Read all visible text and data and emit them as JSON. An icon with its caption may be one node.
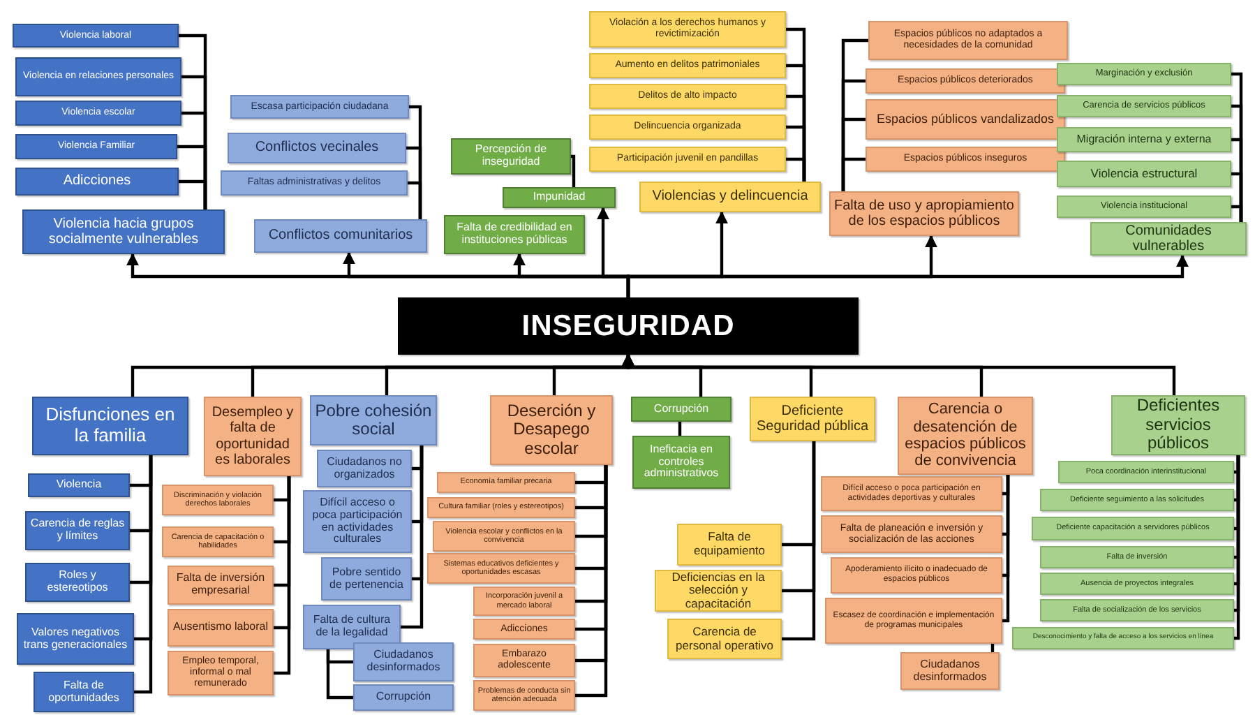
{
  "diagram": {
    "nodes": [
      {
        "text": [
          "INSEGURIDAD"
        ]
      },
      {
        "text": [
          "Violencia hacia grupos socialmente vulnerables"
        ]
      },
      {
        "text": [
          "Violencia laboral"
        ]
      },
      {
        "text": [
          "Violencia en relaciones personales"
        ]
      },
      {
        "text": [
          "Violencia escolar"
        ]
      },
      {
        "text": [
          "Violencia Familiar"
        ]
      },
      {
        "text": [
          "Adicciones"
        ]
      },
      {
        "text": [
          "Conflictos comunitarios"
        ]
      },
      {
        "text": [
          "Escasa participación ciudadana"
        ]
      },
      {
        "text": [
          "Conflictos vecinales"
        ]
      },
      {
        "text": [
          "Faltas administrativas y delitos"
        ]
      },
      {
        "text": [
          "Percepción de inseguridad"
        ]
      },
      {
        "text": [
          "Impunidad"
        ]
      },
      {
        "text": [
          "Falta de credibilidad en instituciones públicas"
        ]
      },
      {
        "text": [
          "Violencias y delincuencia"
        ]
      },
      {
        "text": [
          "Violación a los derechos humanos y revictimización"
        ]
      },
      {
        "text": [
          "Aumento en delitos patrimoniales"
        ]
      },
      {
        "text": [
          "Delitos de alto impacto"
        ]
      },
      {
        "text": [
          "Delincuencia organizada"
        ]
      },
      {
        "text": [
          "Participación juvenil en pandillas"
        ]
      },
      {
        "text": [
          "Falta de uso y apropiamiento de los espacios públicos"
        ]
      },
      {
        "text": [
          "Espacios públicos no adaptados a necesidades de la comunidad"
        ]
      },
      {
        "text": [
          "Espacios públicos deteriorados"
        ]
      },
      {
        "text": [
          "Espacios públicos vandalizados"
        ]
      },
      {
        "text": [
          "Espacios públicos inseguros"
        ]
      },
      {
        "text": [
          "Comunidades vulnerables"
        ]
      },
      {
        "text": [
          "Marginación y exclusión"
        ]
      },
      {
        "text": [
          "Carencia de servicios públicos"
        ]
      },
      {
        "text": [
          "Migración interna y externa"
        ]
      },
      {
        "text": [
          "Violencia estructural"
        ]
      },
      {
        "text": [
          "Violencia institucional"
        ]
      },
      {
        "text": [
          "Disfunciones en la familia"
        ]
      },
      {
        "text": [
          "Violencia"
        ]
      },
      {
        "text": [
          "Carencia de reglas y límites"
        ]
      },
      {
        "text": [
          "Roles y estereotipos"
        ]
      },
      {
        "text": [
          "Valores negativos trans generacionales"
        ]
      },
      {
        "text": [
          "Falta de oportunidades"
        ]
      },
      {
        "text": [
          "Desempleo y falta de oportunidad es laborales"
        ]
      },
      {
        "text": [
          "Discriminación y violación derechos laborales"
        ]
      },
      {
        "text": [
          "Carencia de capacitación o habilidades"
        ]
      },
      {
        "text": [
          "Falta de inversión empresarial"
        ]
      },
      {
        "text": [
          "Ausentismo laboral"
        ]
      },
      {
        "text": [
          "Empleo temporal, informal o mal remunerado"
        ]
      },
      {
        "text": [
          "Pobre cohesión social"
        ]
      },
      {
        "text": [
          "Ciudadanos no organizados"
        ]
      },
      {
        "text": [
          "Difícil acceso o poca participación en actividades culturales"
        ]
      },
      {
        "text": [
          "Pobre sentido de pertenencia"
        ]
      },
      {
        "text": [
          "Falta de cultura de la legalidad"
        ]
      },
      {
        "text": [
          "Ciudadanos desinformados"
        ]
      },
      {
        "text": [
          "Corrupción"
        ]
      },
      {
        "text": [
          "Deserción y Desapego escolar"
        ]
      },
      {
        "text": [
          "Economía familiar precaria"
        ]
      },
      {
        "text": [
          "Cultura familiar (roles y estereotipos)"
        ]
      },
      {
        "text": [
          "Violencia escolar y conflictos en la convivencia"
        ]
      },
      {
        "text": [
          "Sistemas educativos deficientes y oportunidades escasas"
        ]
      },
      {
        "text": [
          "Incorporación juvenil a mercado laboral"
        ]
      },
      {
        "text": [
          "Adicciones"
        ]
      },
      {
        "text": [
          "Embarazo adolescente"
        ]
      },
      {
        "text": [
          "Problemas de conducta sin atención adecuada"
        ]
      },
      {
        "text": [
          "Corrupción"
        ]
      },
      {
        "text": [
          "Ineficacia en controles administrativos"
        ]
      },
      {
        "text": [
          "Deficiente Seguridad pública"
        ]
      },
      {
        "text": [
          "Falta de equipamiento"
        ]
      },
      {
        "text": [
          "Deficiencias en la selección y capacitación"
        ]
      },
      {
        "text": [
          "Carencia de personal operativo"
        ]
      },
      {
        "text": [
          "Carencia o desatención de espacios públicos de convivencia"
        ]
      },
      {
        "text": [
          "Difícil acceso o poca participación en actividades deportivas y culturales"
        ]
      },
      {
        "text": [
          "Falta de planeación e inversión y socialización de las acciones"
        ]
      },
      {
        "text": [
          "Apoderamiento ilícito o inadecuado de espacios públicos"
        ]
      },
      {
        "text": [
          "Escasez de coordinación e implementación de programas municipales"
        ]
      },
      {
        "text": [
          "Ciudadanos desinformados"
        ]
      },
      {
        "text": [
          "Deficientes servicios públicos"
        ]
      },
      {
        "text": [
          "Poca coordinación interinstitucional"
        ]
      },
      {
        "text": [
          "Deficiente seguimiento a las solicitudes"
        ]
      },
      {
        "text": [
          "Deficiente capacitación a servidores públicos"
        ]
      },
      {
        "text": [
          "Falta de inversión"
        ]
      },
      {
        "text": [
          "Ausencia de proyectos integrales"
        ]
      },
      {
        "text": [
          "Falta de socialización de los servicios"
        ]
      },
      {
        "text": [
          "Desconocimiento y falta de acceso a los servicios en línea"
        ]
      }
    ],
    "edges": [
      {
        "from": 0,
        "to": 1,
        "arrow": "to"
      },
      {
        "from": 0,
        "to": 7,
        "arrow": "to"
      },
      {
        "from": 0,
        "to": 13,
        "arrow": "to"
      },
      {
        "from": 0,
        "to": 12,
        "arrow": "to"
      },
      {
        "from": 0,
        "to": 14,
        "arrow": "to"
      },
      {
        "from": 0,
        "to": 20,
        "arrow": "to"
      },
      {
        "from": 0,
        "to": 25,
        "arrow": "to"
      },
      {
        "from": 2,
        "to": 1,
        "arrow": "none"
      },
      {
        "from": 3,
        "to": 1,
        "arrow": "none"
      },
      {
        "from": 4,
        "to": 1,
        "arrow": "none"
      },
      {
        "from": 5,
        "to": 1,
        "arrow": "none"
      },
      {
        "from": 6,
        "to": 1,
        "arrow": "none"
      },
      {
        "from": 8,
        "to": 7,
        "arrow": "none"
      },
      {
        "from": 9,
        "to": 7,
        "arrow": "none"
      },
      {
        "from": 10,
        "to": 7,
        "arrow": "none"
      },
      {
        "from": 11,
        "to": 12,
        "arrow": "none"
      },
      {
        "from": 15,
        "to": 14,
        "arrow": "none"
      },
      {
        "from": 16,
        "to": 14,
        "arrow": "none"
      },
      {
        "from": 17,
        "to": 14,
        "arrow": "none"
      },
      {
        "from": 18,
        "to": 14,
        "arrow": "none"
      },
      {
        "from": 19,
        "to": 14,
        "arrow": "none"
      },
      {
        "from": 21,
        "to": 20,
        "arrow": "none"
      },
      {
        "from": 22,
        "to": 20,
        "arrow": "none"
      },
      {
        "from": 23,
        "to": 20,
        "arrow": "none"
      },
      {
        "from": 24,
        "to": 20,
        "arrow": "none"
      },
      {
        "from": 26,
        "to": 25,
        "arrow": "none"
      },
      {
        "from": 27,
        "to": 25,
        "arrow": "none"
      },
      {
        "from": 28,
        "to": 25,
        "arrow": "none"
      },
      {
        "from": 29,
        "to": 25,
        "arrow": "none"
      },
      {
        "from": 30,
        "to": 25,
        "arrow": "none"
      },
      {
        "from": 31,
        "to": 0,
        "arrow": "to"
      },
      {
        "from": 37,
        "to": 0,
        "arrow": "to"
      },
      {
        "from": 43,
        "to": 0,
        "arrow": "to"
      },
      {
        "from": 50,
        "to": 0,
        "arrow": "to"
      },
      {
        "from": 59,
        "to": 0,
        "arrow": "to"
      },
      {
        "from": 61,
        "to": 0,
        "arrow": "to"
      },
      {
        "from": 65,
        "to": 0,
        "arrow": "to"
      },
      {
        "from": 71,
        "to": 0,
        "arrow": "to"
      },
      {
        "from": 32,
        "to": 31,
        "arrow": "none"
      },
      {
        "from": 33,
        "to": 31,
        "arrow": "none"
      },
      {
        "from": 34,
        "to": 31,
        "arrow": "none"
      },
      {
        "from": 35,
        "to": 31,
        "arrow": "none"
      },
      {
        "from": 36,
        "to": 31,
        "arrow": "none"
      },
      {
        "from": 38,
        "to": 37,
        "arrow": "none"
      },
      {
        "from": 39,
        "to": 37,
        "arrow": "none"
      },
      {
        "from": 40,
        "to": 37,
        "arrow": "none"
      },
      {
        "from": 41,
        "to": 37,
        "arrow": "none"
      },
      {
        "from": 42,
        "to": 37,
        "arrow": "none"
      },
      {
        "from": 44,
        "to": 43,
        "arrow": "none"
      },
      {
        "from": 45,
        "to": 43,
        "arrow": "none"
      },
      {
        "from": 46,
        "to": 43,
        "arrow": "none"
      },
      {
        "from": 47,
        "to": 43,
        "arrow": "none"
      },
      {
        "from": 47,
        "to": 48,
        "arrow": "none"
      },
      {
        "from": 47,
        "to": 49,
        "arrow": "none"
      },
      {
        "from": 51,
        "to": 50,
        "arrow": "none"
      },
      {
        "from": 52,
        "to": 50,
        "arrow": "none"
      },
      {
        "from": 53,
        "to": 50,
        "arrow": "none"
      },
      {
        "from": 54,
        "to": 50,
        "arrow": "none"
      },
      {
        "from": 55,
        "to": 50,
        "arrow": "none"
      },
      {
        "from": 56,
        "to": 50,
        "arrow": "none"
      },
      {
        "from": 57,
        "to": 50,
        "arrow": "none"
      },
      {
        "from": 58,
        "to": 50,
        "arrow": "none"
      },
      {
        "from": 59,
        "to": 60,
        "arrow": "none"
      },
      {
        "from": 62,
        "to": 61,
        "arrow": "none"
      },
      {
        "from": 63,
        "to": 61,
        "arrow": "none"
      },
      {
        "from": 64,
        "to": 61,
        "arrow": "none"
      },
      {
        "from": 66,
        "to": 65,
        "arrow": "none"
      },
      {
        "from": 67,
        "to": 65,
        "arrow": "none"
      },
      {
        "from": 68,
        "to": 65,
        "arrow": "none"
      },
      {
        "from": 69,
        "to": 65,
        "arrow": "none"
      },
      {
        "from": 69,
        "to": 70,
        "arrow": "none"
      },
      {
        "from": 72,
        "to": 71,
        "arrow": "none"
      },
      {
        "from": 73,
        "to": 71,
        "arrow": "none"
      },
      {
        "from": 74,
        "to": 71,
        "arrow": "none"
      },
      {
        "from": 75,
        "to": 71,
        "arrow": "none"
      },
      {
        "from": 76,
        "to": 71,
        "arrow": "none"
      },
      {
        "from": 77,
        "to": 71,
        "arrow": "none"
      },
      {
        "from": 78,
        "to": 71,
        "arrow": "none"
      }
    ]
  }
}
